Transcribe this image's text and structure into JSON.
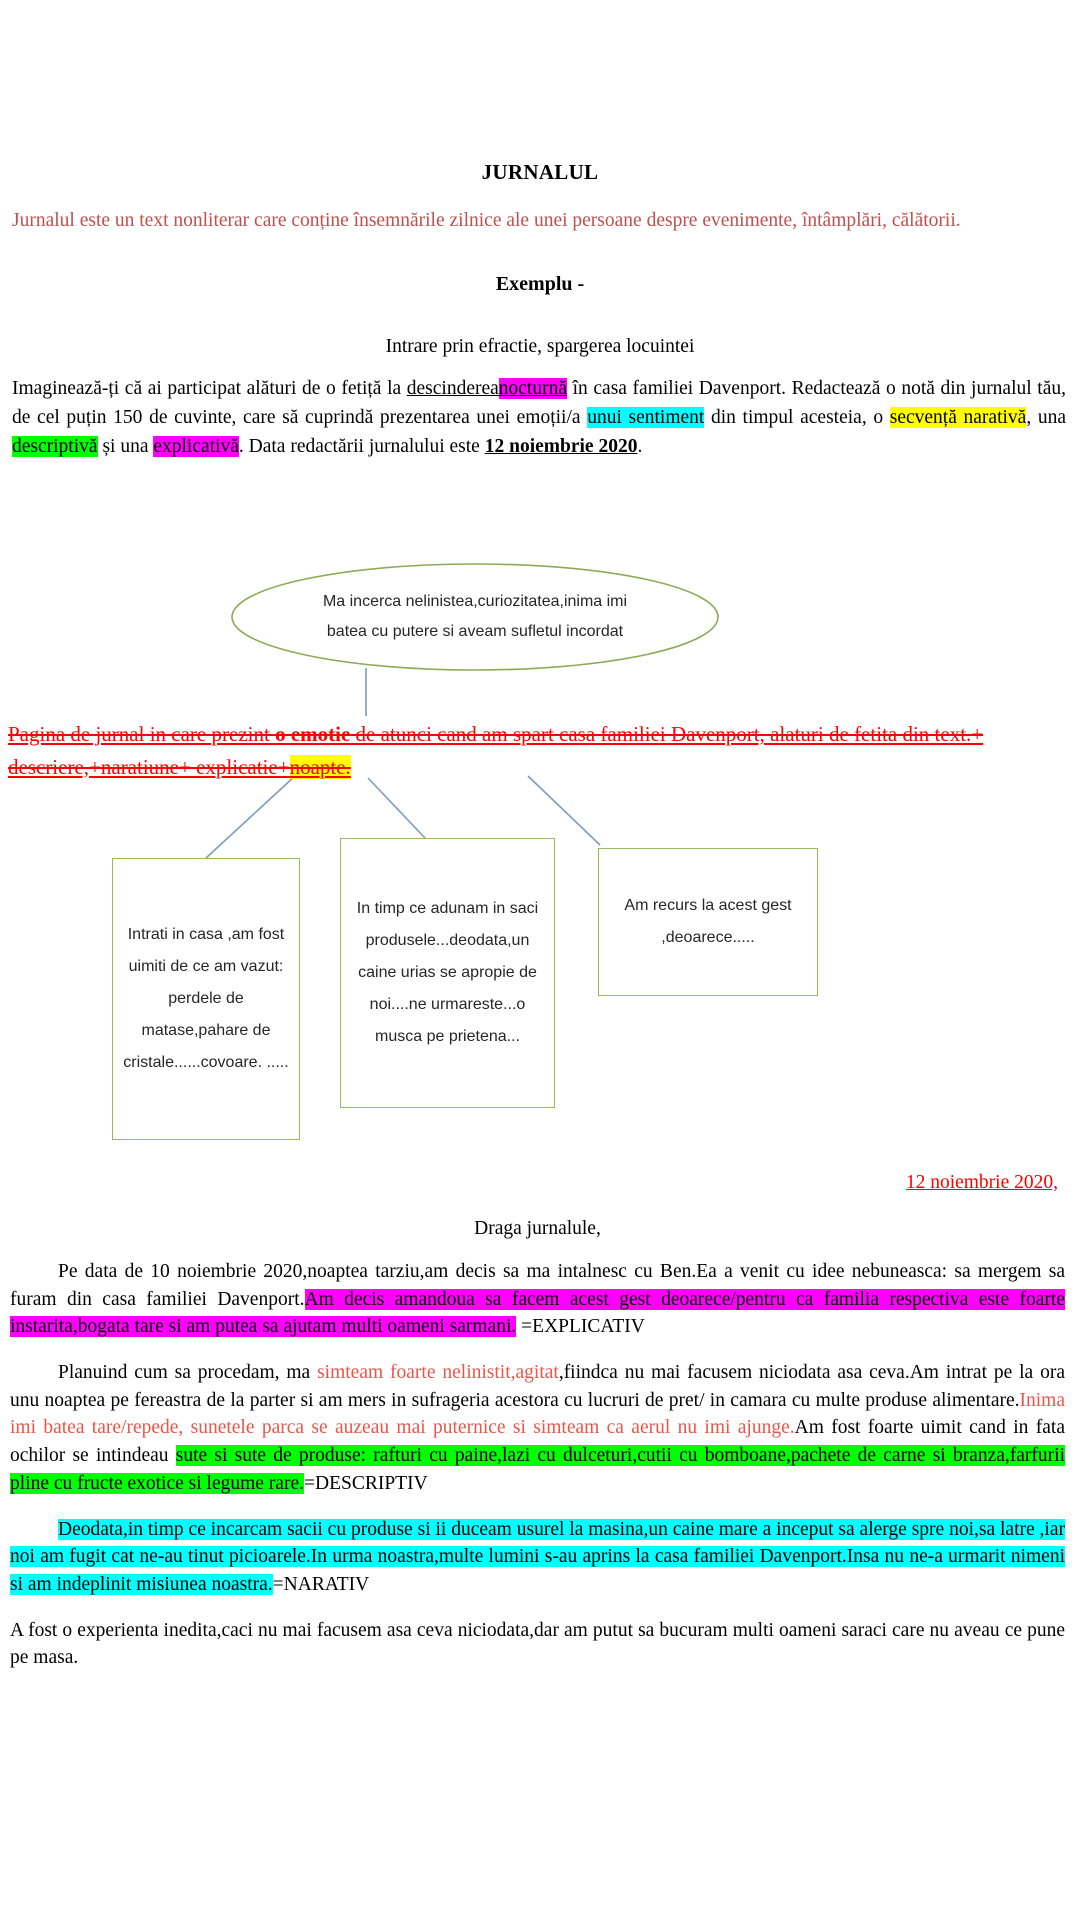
{
  "document": {
    "title": "JURNALUL",
    "intro": "Jurnalul este un text nonliterar care conține însemnările zilnice ale unei persoane despre evenimente, întâmplări, călătorii.",
    "exemplu_label": "Exemplu -",
    "subtitle": "Intrare prin efractie, spargerea locuintei"
  },
  "instruction": {
    "seg1": "Imaginează-ți că ai participat alături de o fetiță la ",
    "seg2_underline": "descinderea",
    "seg3_magenta": "nocturnă",
    "seg4": " în casa familiei Davenport. Redactează o notă din jurnalul tău, de cel puțin 150 de cuvinte, care să cuprindă prezentarea unei emoții/a ",
    "seg5_cyan": "unui sentiment",
    "seg6": " din timpul acesteia, o ",
    "seg7_yellow": "secvență narativă",
    "seg8": ", una ",
    "seg9_green": "descriptivă",
    "seg10": " și una ",
    "seg11_magenta": "explicativă",
    "seg12": ". Data redactării jurnalului este ",
    "seg13_bold_underline": "12 noiembrie 2020",
    "seg14": "."
  },
  "ellipse": {
    "line1": "Ma incerca nelinistea,curiozitatea,inima imi",
    "line2": "batea cu putere si aveam sufletul incordat"
  },
  "red_strike": {
    "part1": "Pagina de jurnal in care prezint ",
    "part2_bold": "o emotie",
    "part3": " de atunci cand am spart casa familiei Davenport, alaturi de fetita din text.+ descriere,+naratiune+ explicatie+",
    "part4_yellow": "noapte."
  },
  "boxes": [
    {
      "id": "box1",
      "text": "Intrati in casa ,am fost uimiti de ce am vazut: perdele de matase,pahare de cristale......covoare. ....."
    },
    {
      "id": "box2",
      "text": "In timp ce adunam in saci produsele...deodata,un caine urias se apropie de noi....ne urmareste...o musca pe prietena..."
    },
    {
      "id": "box3",
      "text": "Am recurs la acest gest ,deoarece....."
    }
  ],
  "journal": {
    "date": " 12 noiembrie 2020,",
    "salutation": "Draga jurnalule,",
    "p1_a": "Pe data de  10 noiembrie 2020,noaptea tarziu,am decis sa ma intalnesc cu Ben.Ea a venit cu idee nebuneasca: sa mergem sa furam din casa familiei Davenport.",
    "p1_magenta": "Am decis amandoua sa facem acest gest deoarece/pentru ca familia respectiva este foarte instarita,bogata tare si am putea sa ajutam multi oameni sarmani.",
    "p1_tag": " =EXPLICATIV",
    "p2_a": "Planuind cum sa procedam, ma ",
    "p2_red1": "simteam foarte nelinistit,agitat",
    "p2_b": ",fiindca nu mai facusem niciodata asa ceva.Am intrat pe la ora unu noaptea pe fereastra de la parter si am mers in sufrageria acestora cu lucruri de pret/ in camara cu multe produse alimentare.",
    "p2_red2": "Inima imi batea tare/repede, sunetele parca se auzeau mai puternice si simteam ca aerul nu imi ajunge.",
    "p2_c": "Am fost foarte uimit cand in fata ochilor se intindeau ",
    "p2_green": "sute si sute de produse: rafturi cu paine,lazi cu dulceturi,cutii cu bomboane,pachete de carne si branza,farfurii pline cu fructe exotice si legume rare.",
    "p2_tag": "=DESCRIPTIV",
    "p3_cyan": "Deodata,in timp ce incarcam sacii cu produse si ii duceam usurel la masina,un caine mare a inceput sa alerge spre noi,sa latre ,iar noi am fugit cat ne-au tinut picioarele.In urma noastra,multe lumini s-au aprins la casa familiei Davenport.Insa nu ne-a urmarit nimeni si am indeplinit misiunea noastra.",
    "p3_tag": "=NARATIV",
    "p4": "A fost o experienta inedita,caci nu mai facusem asa ceva niciodata,dar am putut sa bucuram multi oameni saraci care nu aveau ce pune pe masa."
  },
  "colors": {
    "magenta": "#ff00ff",
    "cyan": "#00ffff",
    "yellow": "#ffff00",
    "green": "#00ff00",
    "red_intro": "#c0504d",
    "red_strike": "#ff0000",
    "box_border": "#9bbb59",
    "connector": "#7f9db9"
  }
}
